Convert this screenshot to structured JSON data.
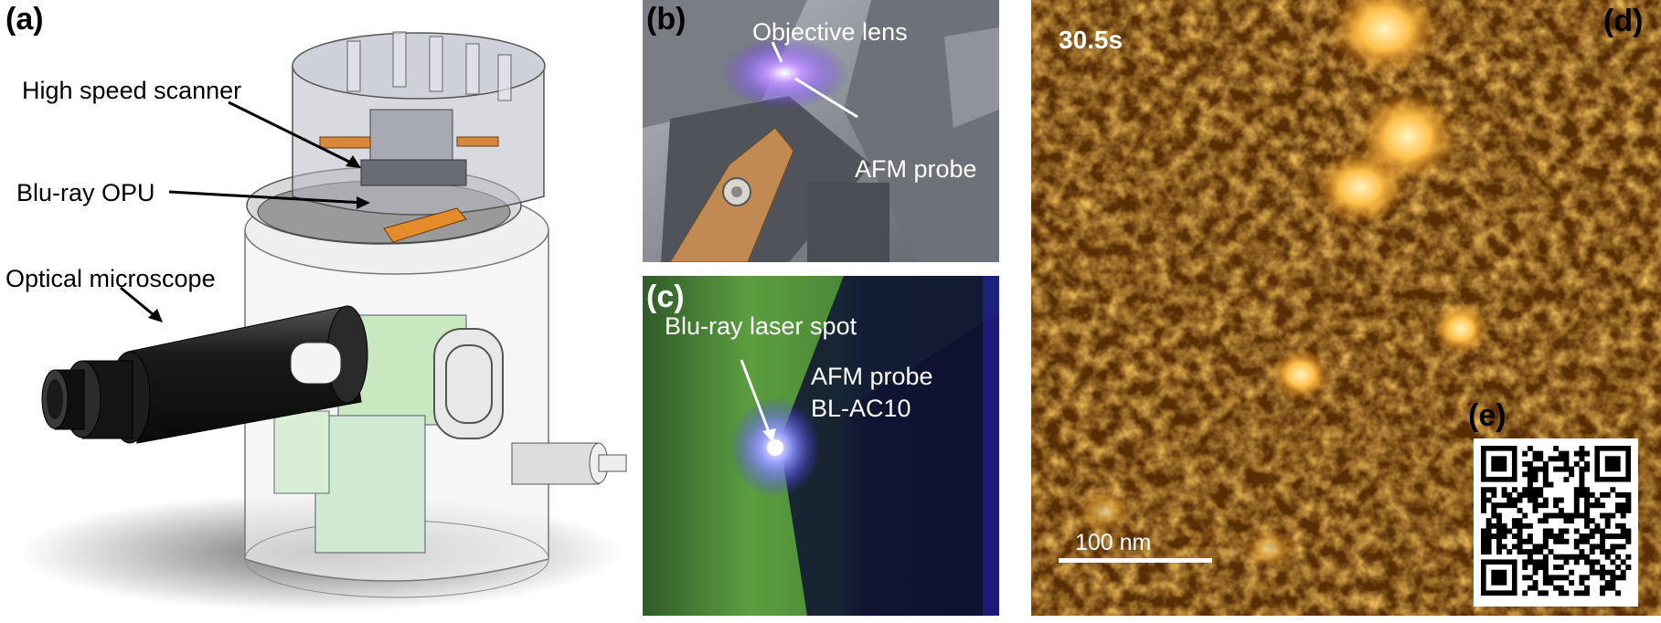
{
  "panel_a": {
    "label": "(a)",
    "annotations": {
      "scanner": "High speed scanner",
      "opu": "Blu-ray OPU",
      "microscope": "Optical microscope"
    }
  },
  "panel_b": {
    "label": "(b)",
    "annotations": {
      "objective": "Objective lens",
      "probe": "AFM probe"
    }
  },
  "panel_c": {
    "label": "(c)",
    "annotations": {
      "laser": "Blu-ray laser spot",
      "probe_line1": "AFM probe",
      "probe_line2": "BL-AC10"
    }
  },
  "panel_d": {
    "label": "(d)",
    "time": "30.5s",
    "scalebar": "100 nm"
  },
  "panel_e": {
    "label": "(e)"
  },
  "colors": {
    "afm_dark": "#3a1a00",
    "afm_mid": "#b86a10",
    "afm_bright": "#ffd070",
    "probe_green": "#5a9a3a",
    "laser_blue": "#4030ff"
  }
}
